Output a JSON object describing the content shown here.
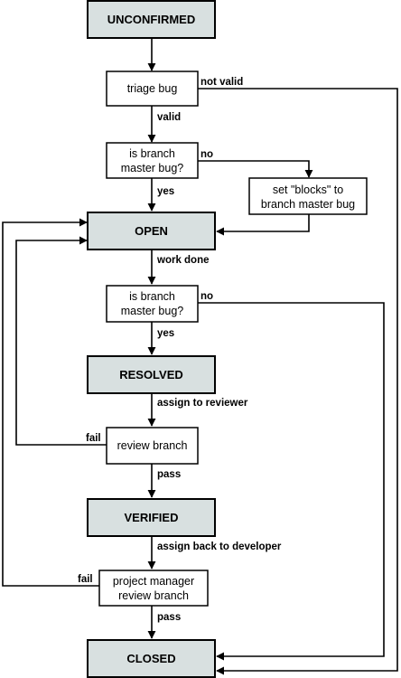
{
  "nodes": {
    "unconfirmed": "UNCONFIRMED",
    "triage": "triage bug",
    "branch_q1": [
      "is branch",
      "master bug?"
    ],
    "set_blocks": [
      "set \"blocks\" to",
      "branch master bug"
    ],
    "open": "OPEN",
    "branch_q2": [
      "is branch",
      "master bug?"
    ],
    "resolved": "RESOLVED",
    "review": "review branch",
    "verified": "VERIFIED",
    "pm_review": [
      "project manager",
      "review branch"
    ],
    "closed": "CLOSED"
  },
  "edges": {
    "not_valid": "not valid",
    "valid": "valid",
    "no_1": "no",
    "yes_1": "yes",
    "work_done": "work done",
    "no_2": "no",
    "yes_2": "yes",
    "assign_reviewer": "assign to reviewer",
    "fail_1": "fail",
    "pass_1": "pass",
    "assign_back": "assign back to developer",
    "fail_2": "fail",
    "pass_2": "pass"
  }
}
